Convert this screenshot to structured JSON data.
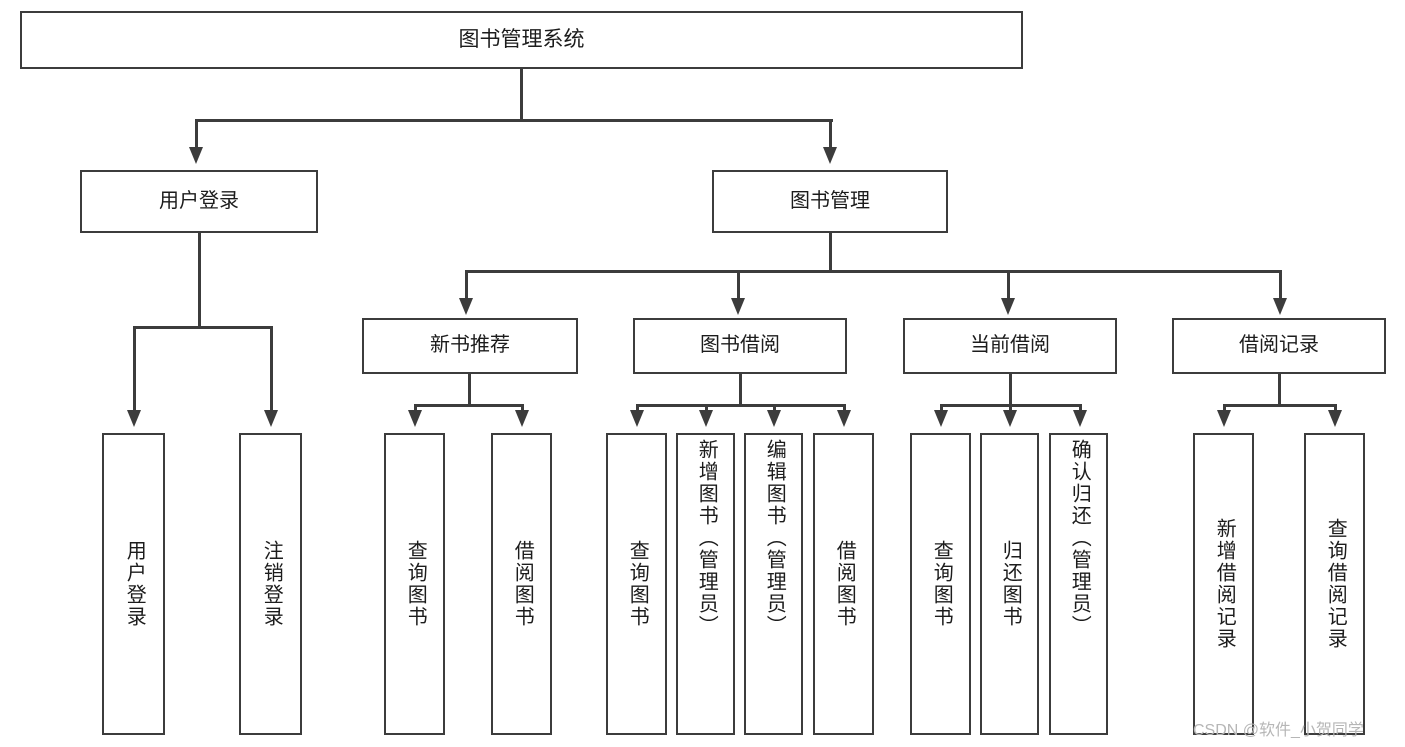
{
  "diagram": {
    "title": "图书管理系统",
    "type": "hierarchy-tree",
    "root": {
      "id": "root",
      "label": "图书管理系统",
      "orientation": "horizontal"
    },
    "level1": [
      {
        "id": "user-login",
        "label": "用户登录",
        "orientation": "horizontal"
      },
      {
        "id": "book-management",
        "label": "图书管理",
        "orientation": "horizontal"
      }
    ],
    "level2": [
      {
        "id": "new-book-recommend",
        "label": "新书推荐",
        "parent": "book-management",
        "orientation": "horizontal"
      },
      {
        "id": "book-borrow",
        "label": "图书借阅",
        "parent": "book-management",
        "orientation": "horizontal"
      },
      {
        "id": "current-borrow",
        "label": "当前借阅",
        "parent": "book-management",
        "orientation": "horizontal"
      },
      {
        "id": "borrow-record",
        "label": "借阅记录",
        "parent": "book-management",
        "orientation": "horizontal"
      }
    ],
    "leaves": [
      {
        "id": "leaf-user-login",
        "label": "用户登录",
        "parent": "user-login",
        "orientation": "vertical"
      },
      {
        "id": "leaf-logout-login",
        "label": "注销登录",
        "parent": "user-login",
        "orientation": "vertical"
      },
      {
        "id": "leaf-query-book-1",
        "label": "查询图书",
        "parent": "new-book-recommend",
        "orientation": "vertical"
      },
      {
        "id": "leaf-borrow-book-1",
        "label": "借阅图书",
        "parent": "new-book-recommend",
        "orientation": "vertical"
      },
      {
        "id": "leaf-query-book-2",
        "label": "查询图书",
        "parent": "book-borrow",
        "orientation": "vertical"
      },
      {
        "id": "leaf-add-book-admin",
        "label": "新增图书（管理员）",
        "parent": "book-borrow",
        "orientation": "vertical"
      },
      {
        "id": "leaf-edit-book-admin",
        "label": "编辑图书（管理员）",
        "parent": "book-borrow",
        "orientation": "vertical"
      },
      {
        "id": "leaf-borrow-book-2",
        "label": "借阅图书",
        "parent": "book-borrow",
        "orientation": "vertical"
      },
      {
        "id": "leaf-query-book-3",
        "label": "查询图书",
        "parent": "current-borrow",
        "orientation": "vertical"
      },
      {
        "id": "leaf-return-book",
        "label": "归还图书",
        "parent": "current-borrow",
        "orientation": "vertical"
      },
      {
        "id": "leaf-confirm-return-admin",
        "label": "确认归还（管理员）",
        "parent": "current-borrow",
        "orientation": "vertical"
      },
      {
        "id": "leaf-add-borrow-record",
        "label": "新增借阅记录",
        "parent": "borrow-record",
        "orientation": "vertical"
      },
      {
        "id": "leaf-query-borrow-record",
        "label": "查询借阅记录",
        "parent": "borrow-record",
        "orientation": "vertical"
      }
    ],
    "colors": {
      "background": "#ffffff",
      "node_border": "#3c3c3c",
      "node_fill": "#ffffff",
      "connector": "#3c3c3c",
      "text": "#1c1c1c",
      "watermark": "#b6b6b6"
    }
  },
  "watermark": {
    "text": "CSDN @软件_小贺同学"
  }
}
